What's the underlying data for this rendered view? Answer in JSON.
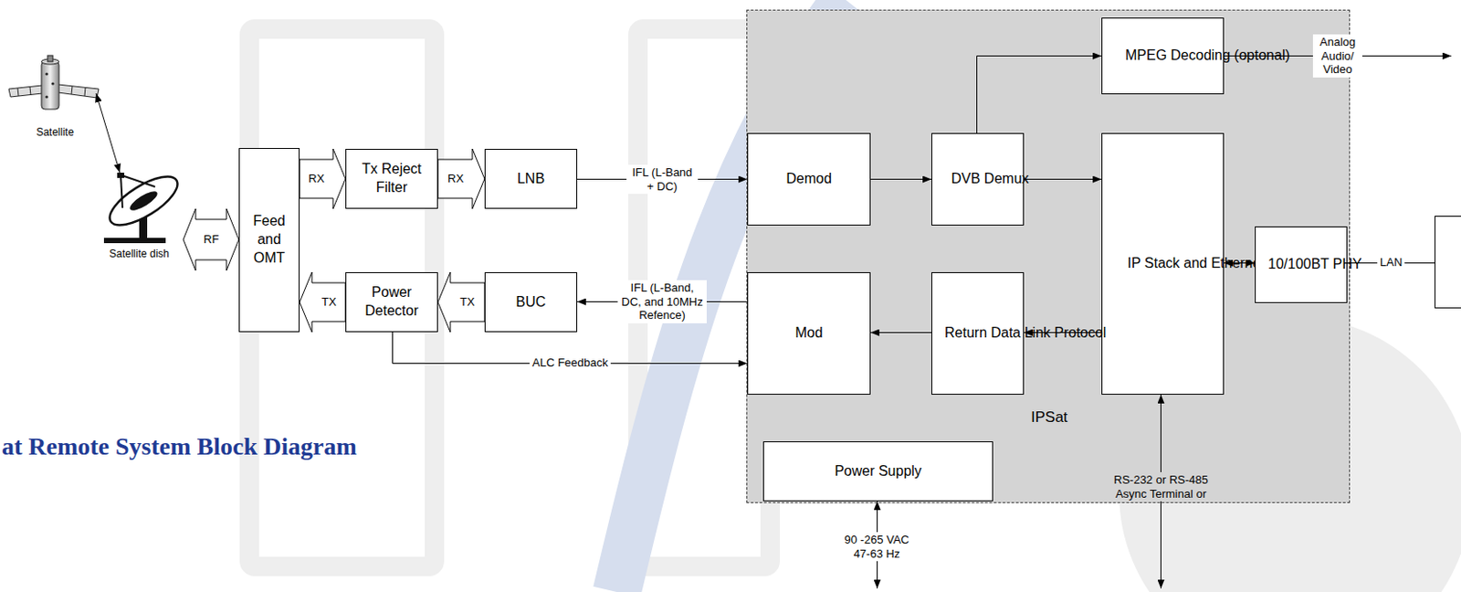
{
  "diagram": {
    "title": "at Remote System Block Diagram",
    "nodes": [
      {
        "text": [
          "Satellite"
        ]
      },
      {
        "text": [
          "Satellite dish"
        ]
      },
      {
        "text": [
          "Feed and OMT"
        ]
      },
      {
        "text": [
          "Tx Reject Filter"
        ]
      },
      {
        "text": [
          "LNB"
        ]
      },
      {
        "text": [
          "Power Detector"
        ]
      },
      {
        "text": [
          "BUC"
        ]
      },
      {
        "text": [
          "IPSat"
        ]
      },
      {
        "text": [
          "MPEG Decoding (optonal)"
        ],
        "in": 7
      },
      {
        "text": [
          "Demod"
        ],
        "in": 7
      },
      {
        "text": [
          "DVB Demux"
        ],
        "in": 7
      },
      {
        "text": [
          "IP Stack and Ethernet Controller"
        ],
        "in": 7
      },
      {
        "text": [
          "10/100BT PHY"
        ],
        "in": 7
      },
      {
        "text": [
          "Mod"
        ],
        "in": 7
      },
      {
        "text": [
          "Return Data Link Protocol"
        ],
        "in": 7
      },
      {
        "text": [
          "Power Supply"
        ],
        "in": 7
      }
    ],
    "edges": [
      {
        "from": 0,
        "to": 1,
        "arrow": "both"
      },
      {
        "from": 1,
        "to": 2,
        "label": "RF",
        "arrow": "both"
      },
      {
        "from": 2,
        "to": 3,
        "label": "RX",
        "arrow": "to"
      },
      {
        "from": 3,
        "to": 4,
        "label": "RX",
        "arrow": "to"
      },
      {
        "from": 4,
        "to": 9,
        "label": "IFL (L-Band + DC)",
        "arrow": "to"
      },
      {
        "from": 9,
        "to": 10,
        "arrow": "to"
      },
      {
        "from": 10,
        "to": 8,
        "arrow": "to"
      },
      {
        "from": 10,
        "to": 11,
        "arrow": "to"
      },
      {
        "from": 11,
        "to": 12,
        "arrow": "both"
      },
      {
        "from": 11,
        "to": 14,
        "arrow": "to"
      },
      {
        "from": 14,
        "to": 13,
        "arrow": "to"
      },
      {
        "from": 13,
        "to": 6,
        "label": "IFL (L-Band, DC, and 10MHz Refence)",
        "arrow": "to"
      },
      {
        "from": 6,
        "to": 5,
        "label": "TX",
        "arrow": "to"
      },
      {
        "from": 5,
        "to": 2,
        "label": "TX",
        "arrow": "to"
      },
      {
        "from": 5,
        "to": 13,
        "label": "ALC Feedback",
        "arrow": "to"
      }
    ],
    "labels": [
      "Analog Audio/ Video",
      "LAN",
      "90 -265 VAC 47-63 Hz",
      "RS-232 or RS-485 Async Terminal or"
    ]
  }
}
